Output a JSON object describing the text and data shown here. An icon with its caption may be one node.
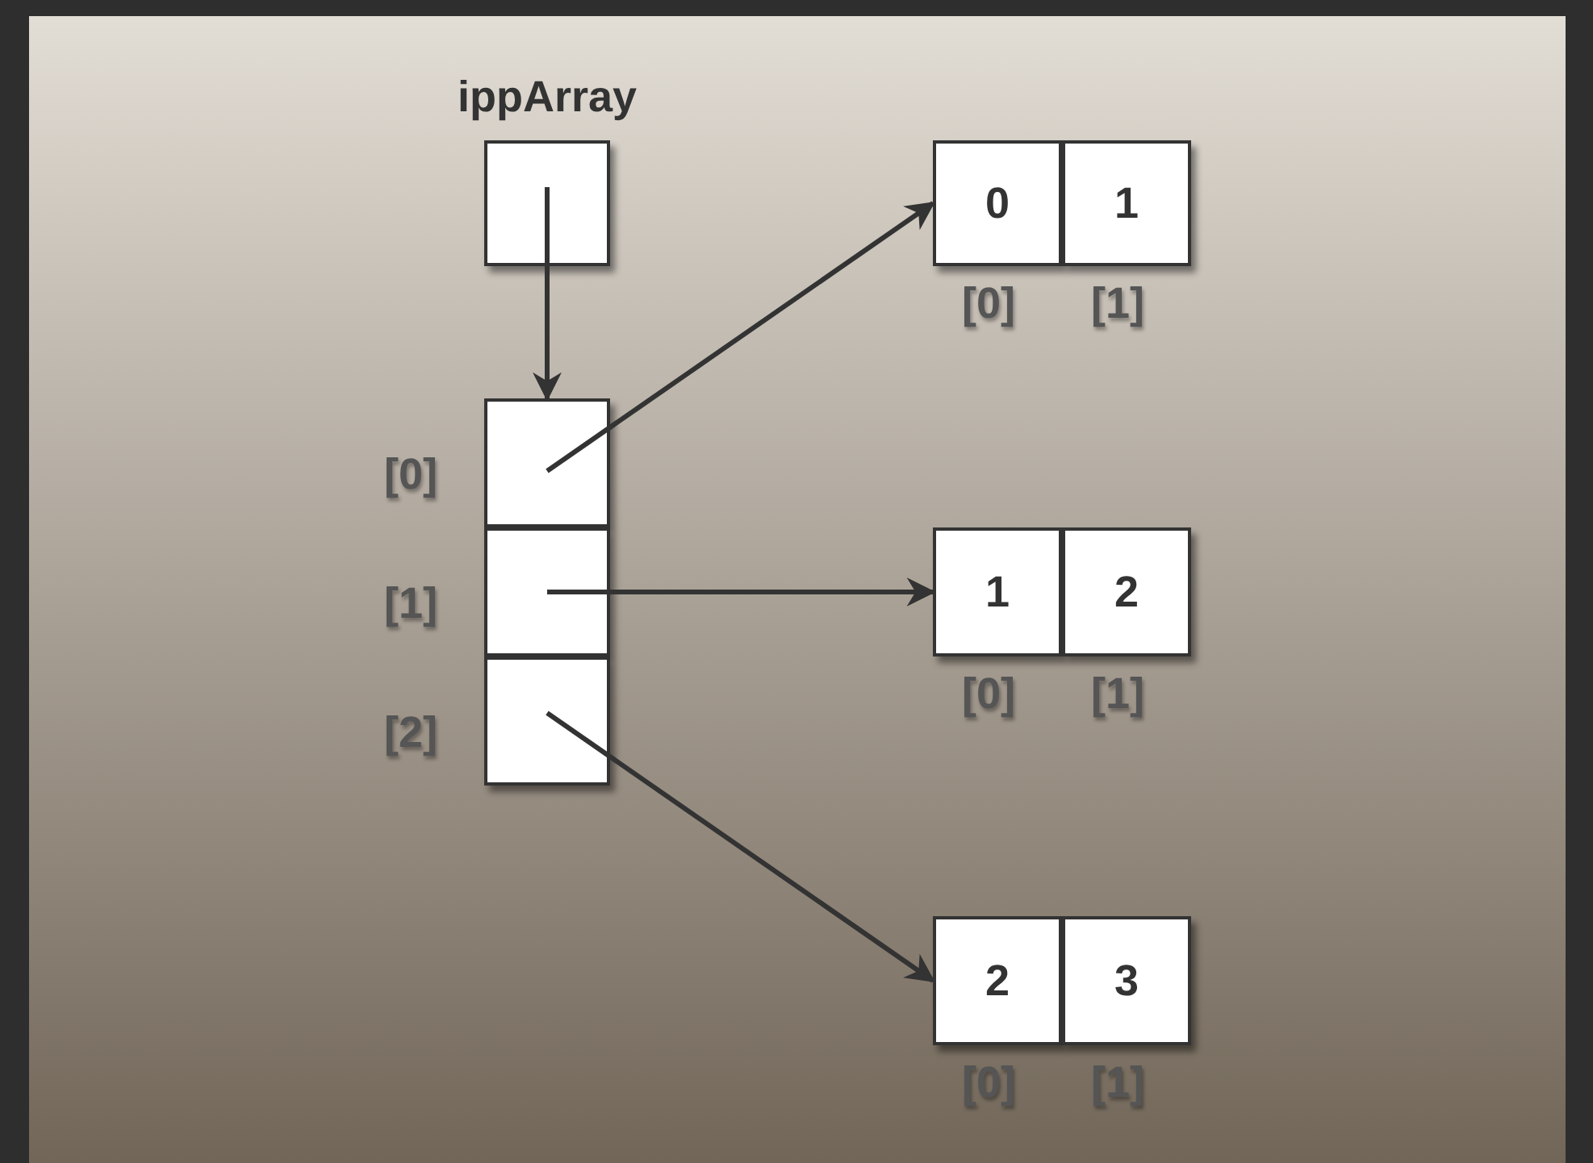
{
  "diagram": {
    "nodes": [
      {
        "text": [
          "ippArray"
        ]
      },
      {
        "text": [],
        "shape": "box",
        "beside": [
          "[0]"
        ]
      },
      {
        "text": [],
        "shape": "box",
        "beside": [
          "[1]"
        ]
      },
      {
        "text": [],
        "shape": "box",
        "beside": [
          "[2]"
        ]
      },
      {
        "text": [
          "0"
        ],
        "beside": [
          "[0]"
        ]
      },
      {
        "text": [
          "1"
        ],
        "beside": [
          "[1]"
        ]
      },
      {
        "text": [
          "1"
        ],
        "beside": [
          "[0]"
        ]
      },
      {
        "text": [
          "2"
        ],
        "beside": [
          "[1]"
        ]
      },
      {
        "text": [
          "2"
        ],
        "beside": [
          "[0]"
        ]
      },
      {
        "text": [
          "3"
        ],
        "beside": [
          "[1]"
        ]
      }
    ],
    "edges": [
      {
        "from": 0,
        "to": 1,
        "arrow": "to"
      },
      {
        "from": 1,
        "to": 4,
        "arrow": "to"
      },
      {
        "from": 2,
        "to": 6,
        "arrow": "to"
      },
      {
        "from": 3,
        "to": 8,
        "arrow": "to"
      }
    ]
  }
}
